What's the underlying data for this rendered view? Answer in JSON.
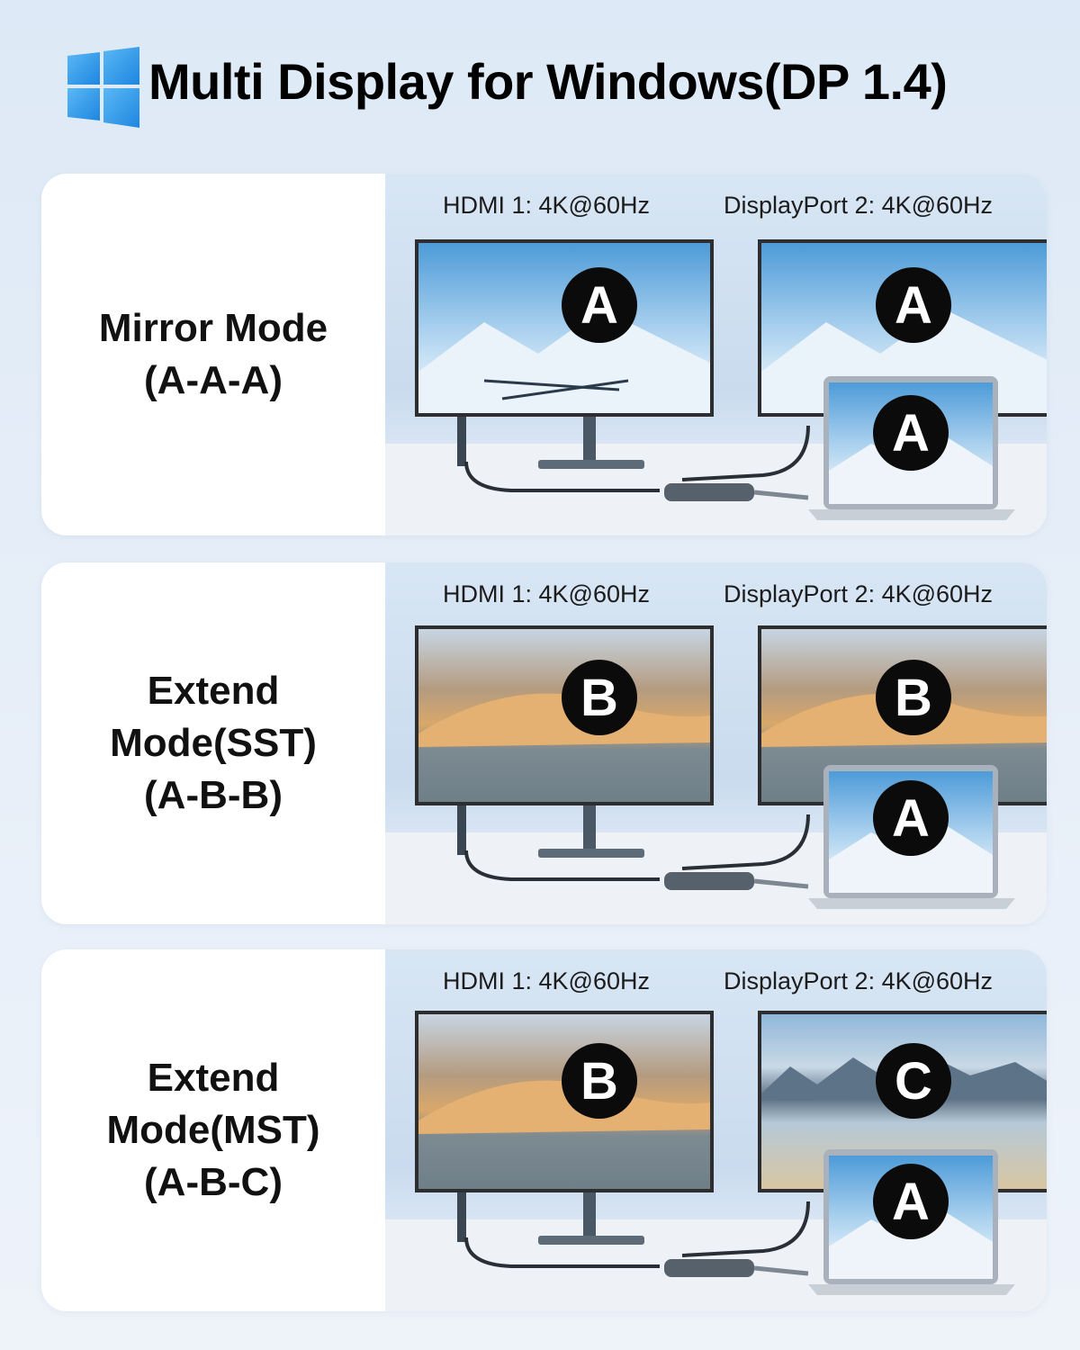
{
  "title": "Multi Display for Windows(DP 1.4)",
  "logo_icon": "windows-logo-icon",
  "colors": {
    "background": "#e3ecf7",
    "logo_blue": "#3aa0ec",
    "badge": "#0b0b0b",
    "badge_text": "#ffffff"
  },
  "modes": [
    {
      "label_lines": [
        "Mirror Mode",
        "(A-A-A)"
      ],
      "hdmi_label": "HDMI 1: 4K@60Hz",
      "dp_label": "DisplayPort 2: 4K@60Hz",
      "monitor1_badge": "A",
      "monitor2_badge": "A",
      "laptop_badge": "A",
      "monitor1_scene": "skier",
      "monitor2_scene": "skier",
      "laptop_scene": "skier"
    },
    {
      "label_lines": [
        "Extend",
        "Mode(SST)",
        "(A-B-B)"
      ],
      "hdmi_label": "HDMI 1: 4K@60Hz",
      "dp_label": "DisplayPort 2: 4K@60Hz",
      "monitor1_badge": "B",
      "monitor2_badge": "B",
      "laptop_badge": "A",
      "monitor1_scene": "desert",
      "monitor2_scene": "desert",
      "laptop_scene": "skier"
    },
    {
      "label_lines": [
        "Extend",
        "Mode(MST)",
        "(A-B-C)"
      ],
      "hdmi_label": "HDMI 1: 4K@60Hz",
      "dp_label": "DisplayPort 2: 4K@60Hz",
      "monitor1_badge": "B",
      "monitor2_badge": "C",
      "laptop_badge": "A",
      "monitor1_scene": "desert",
      "monitor2_scene": "lake",
      "laptop_scene": "skier"
    }
  ]
}
